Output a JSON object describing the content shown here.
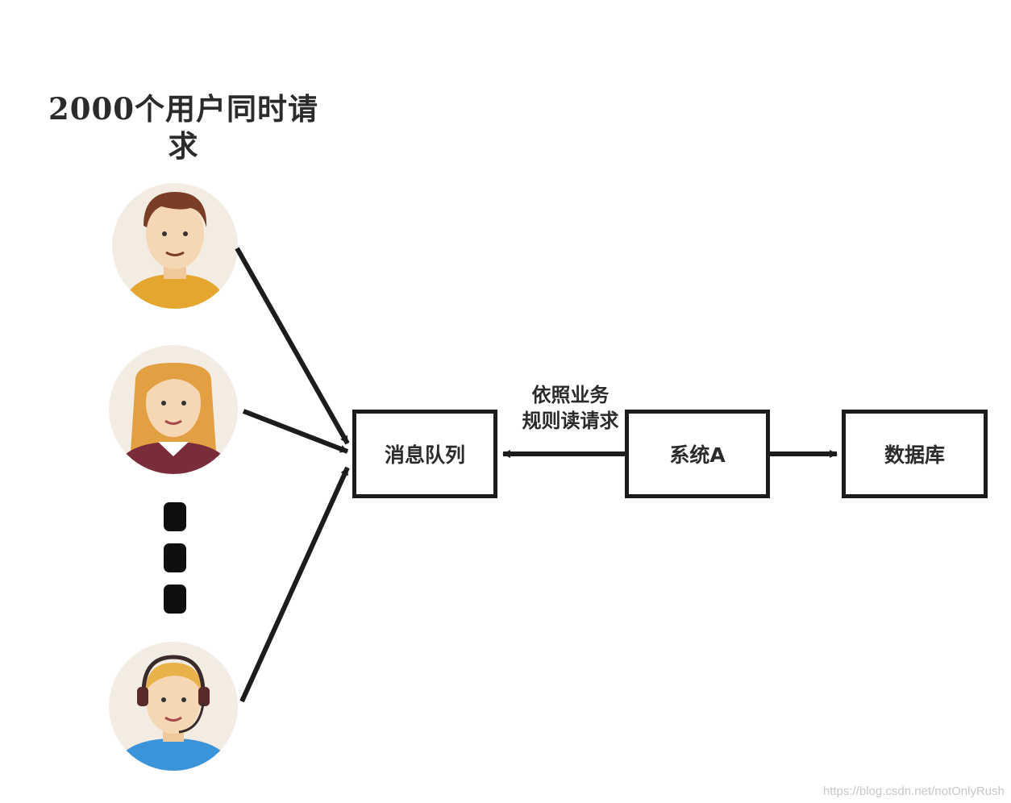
{
  "title": "2000个用户同时请\n求",
  "nodes": {
    "message_queue": "消息队列",
    "system_a": "系统A",
    "database": "数据库"
  },
  "edge_label": {
    "line1": "依照业务",
    "line2": "规则读请求"
  },
  "users": [
    {
      "name": "user-male-avatar",
      "shirt_color": "#e5a630",
      "hair_color": "#7a3e27"
    },
    {
      "name": "user-female-avatar",
      "shirt_color": "#7a2c3a",
      "hair_color": "#e2a043"
    },
    {
      "name": "user-headset-avatar",
      "shirt_color": "#3b93da",
      "hair_color": "#e8b14a"
    }
  ],
  "colors": {
    "line": "#1c1c1c",
    "avatar_bg": "#f2ece3",
    "skin": "#f6d7b4"
  },
  "watermark": "https://blog.csdn.net/notOnlyRush"
}
